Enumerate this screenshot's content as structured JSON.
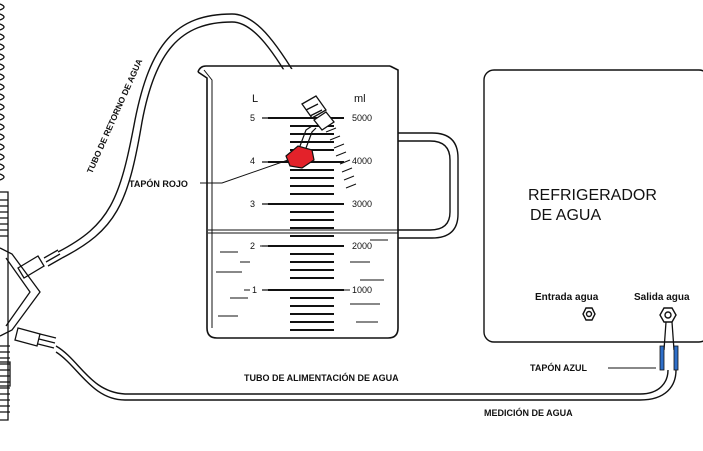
{
  "labels": {
    "return_tube": "TUBO DE RETORNO DE AGUA",
    "supply_tube": "TUBO DE ALIMENTACIÓN DE AGUA",
    "red_cap": "TAPÓN ROJO",
    "blue_cap": "TAPÓN AZUL",
    "measurement": "MEDICIÓN DE AGUA",
    "refrigerator_line1": "REFRIGERADOR",
    "refrigerator_line2": "DE AGUA",
    "water_inlet": "Entrada agua",
    "water_outlet": "Salida agua"
  },
  "beaker": {
    "unit_left": "L",
    "unit_right": "ml",
    "liters": [
      "5",
      "4",
      "3",
      "2",
      "1"
    ],
    "milliliters": [
      "5000",
      "4000",
      "3000",
      "2000",
      "1000"
    ]
  },
  "colors": {
    "line": "#111111",
    "red_cap": "#e3222a",
    "blue_cap": "#2f6fc9"
  },
  "icons": {
    "pump_unit": "pump-unit-icon",
    "hex_fitting": "hex-nut-icon"
  }
}
